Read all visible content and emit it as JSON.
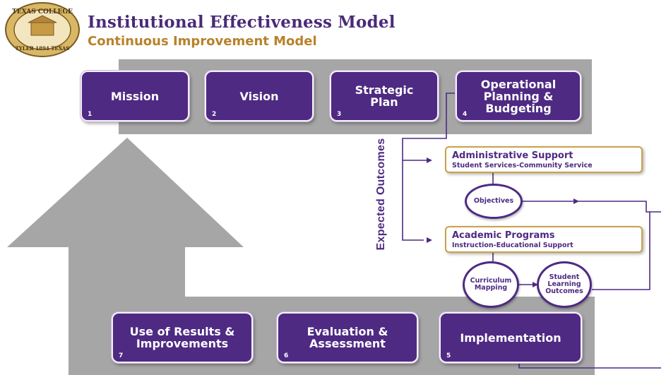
{
  "header": {
    "title": "Institutional Effectiveness Model",
    "subtitle": "Continuous Improvement Model",
    "logo_text_top": "TEXAS COLLEGE",
    "logo_text_bottom": "TYLER 1894 TEXAS"
  },
  "steps": [
    {
      "label": "Mission",
      "number": "1"
    },
    {
      "label": "Vision",
      "number": "2"
    },
    {
      "label": "Strategic\nPlan",
      "number": "3"
    },
    {
      "label": "Operational\nPlanning &\nBudgeting",
      "number": "4"
    },
    {
      "label": "Implementation",
      "number": "5"
    },
    {
      "label": "Evaluation &\nAssessment",
      "number": "6"
    },
    {
      "label": "Use of Results &\nImprovements",
      "number": "7"
    }
  ],
  "side_label": "Expected Outcomes",
  "outcome_boxes": [
    {
      "heading": "Administrative Support",
      "sub": "Student Services-Community Service"
    },
    {
      "heading": "Academic Programs",
      "sub": "Instruction-Educational Support"
    }
  ],
  "circles": [
    {
      "label": "Objectives"
    },
    {
      "label": "Curriculum\nMapping"
    },
    {
      "label": "Student\nLearning\nOutcomes"
    }
  ],
  "colors": {
    "purple": "#4e2a83",
    "gold": "#c9a24a",
    "gray_band": "#a6a6a6"
  }
}
